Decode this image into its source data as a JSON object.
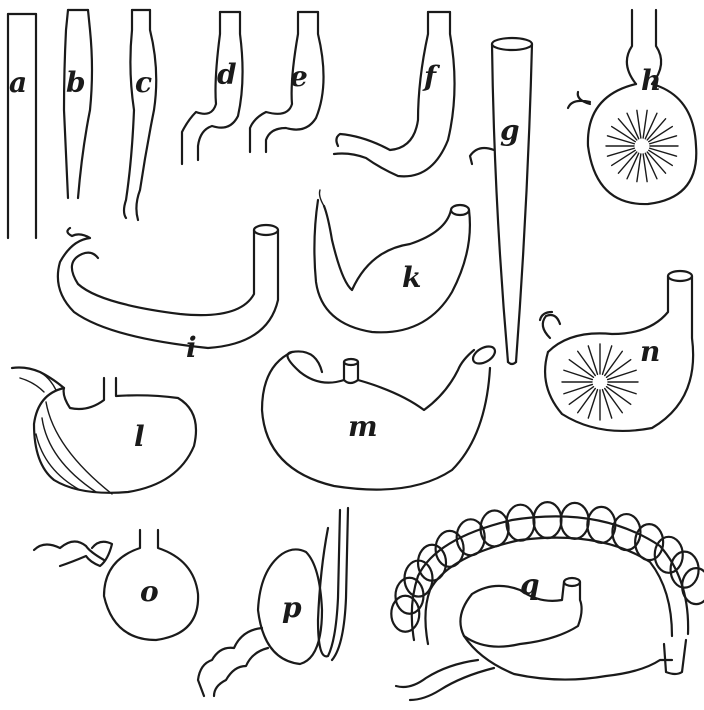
{
  "figure": {
    "labels": {
      "a": "a",
      "b": "b",
      "c": "c",
      "d": "d",
      "e": "e",
      "f": "f",
      "g": "g",
      "h": "h",
      "i": "i",
      "k": "k",
      "l": "l",
      "m": "m",
      "n": "n",
      "o": "o",
      "p": "p",
      "q": "q"
    },
    "colors": {
      "ink": "#1a1a1a",
      "paper": "#ffffff"
    }
  }
}
